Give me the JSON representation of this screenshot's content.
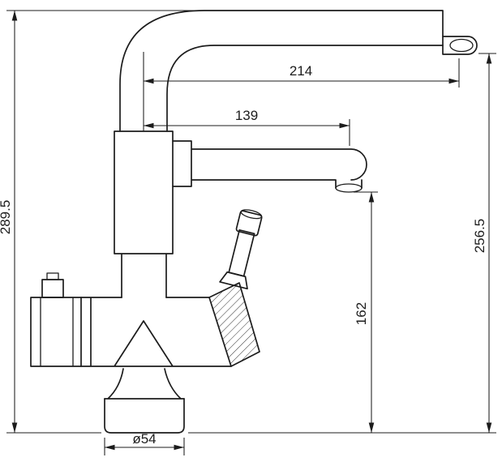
{
  "colors": {
    "line": "#1c1c1c",
    "background": "#ffffff"
  },
  "dimensions": {
    "overall_height": "289.5",
    "top_spout_reach": "214",
    "lower_spout_reach": "139",
    "top_outlet_height": "256.5",
    "lower_outlet_height": "162",
    "base_diameter": "ø54"
  }
}
